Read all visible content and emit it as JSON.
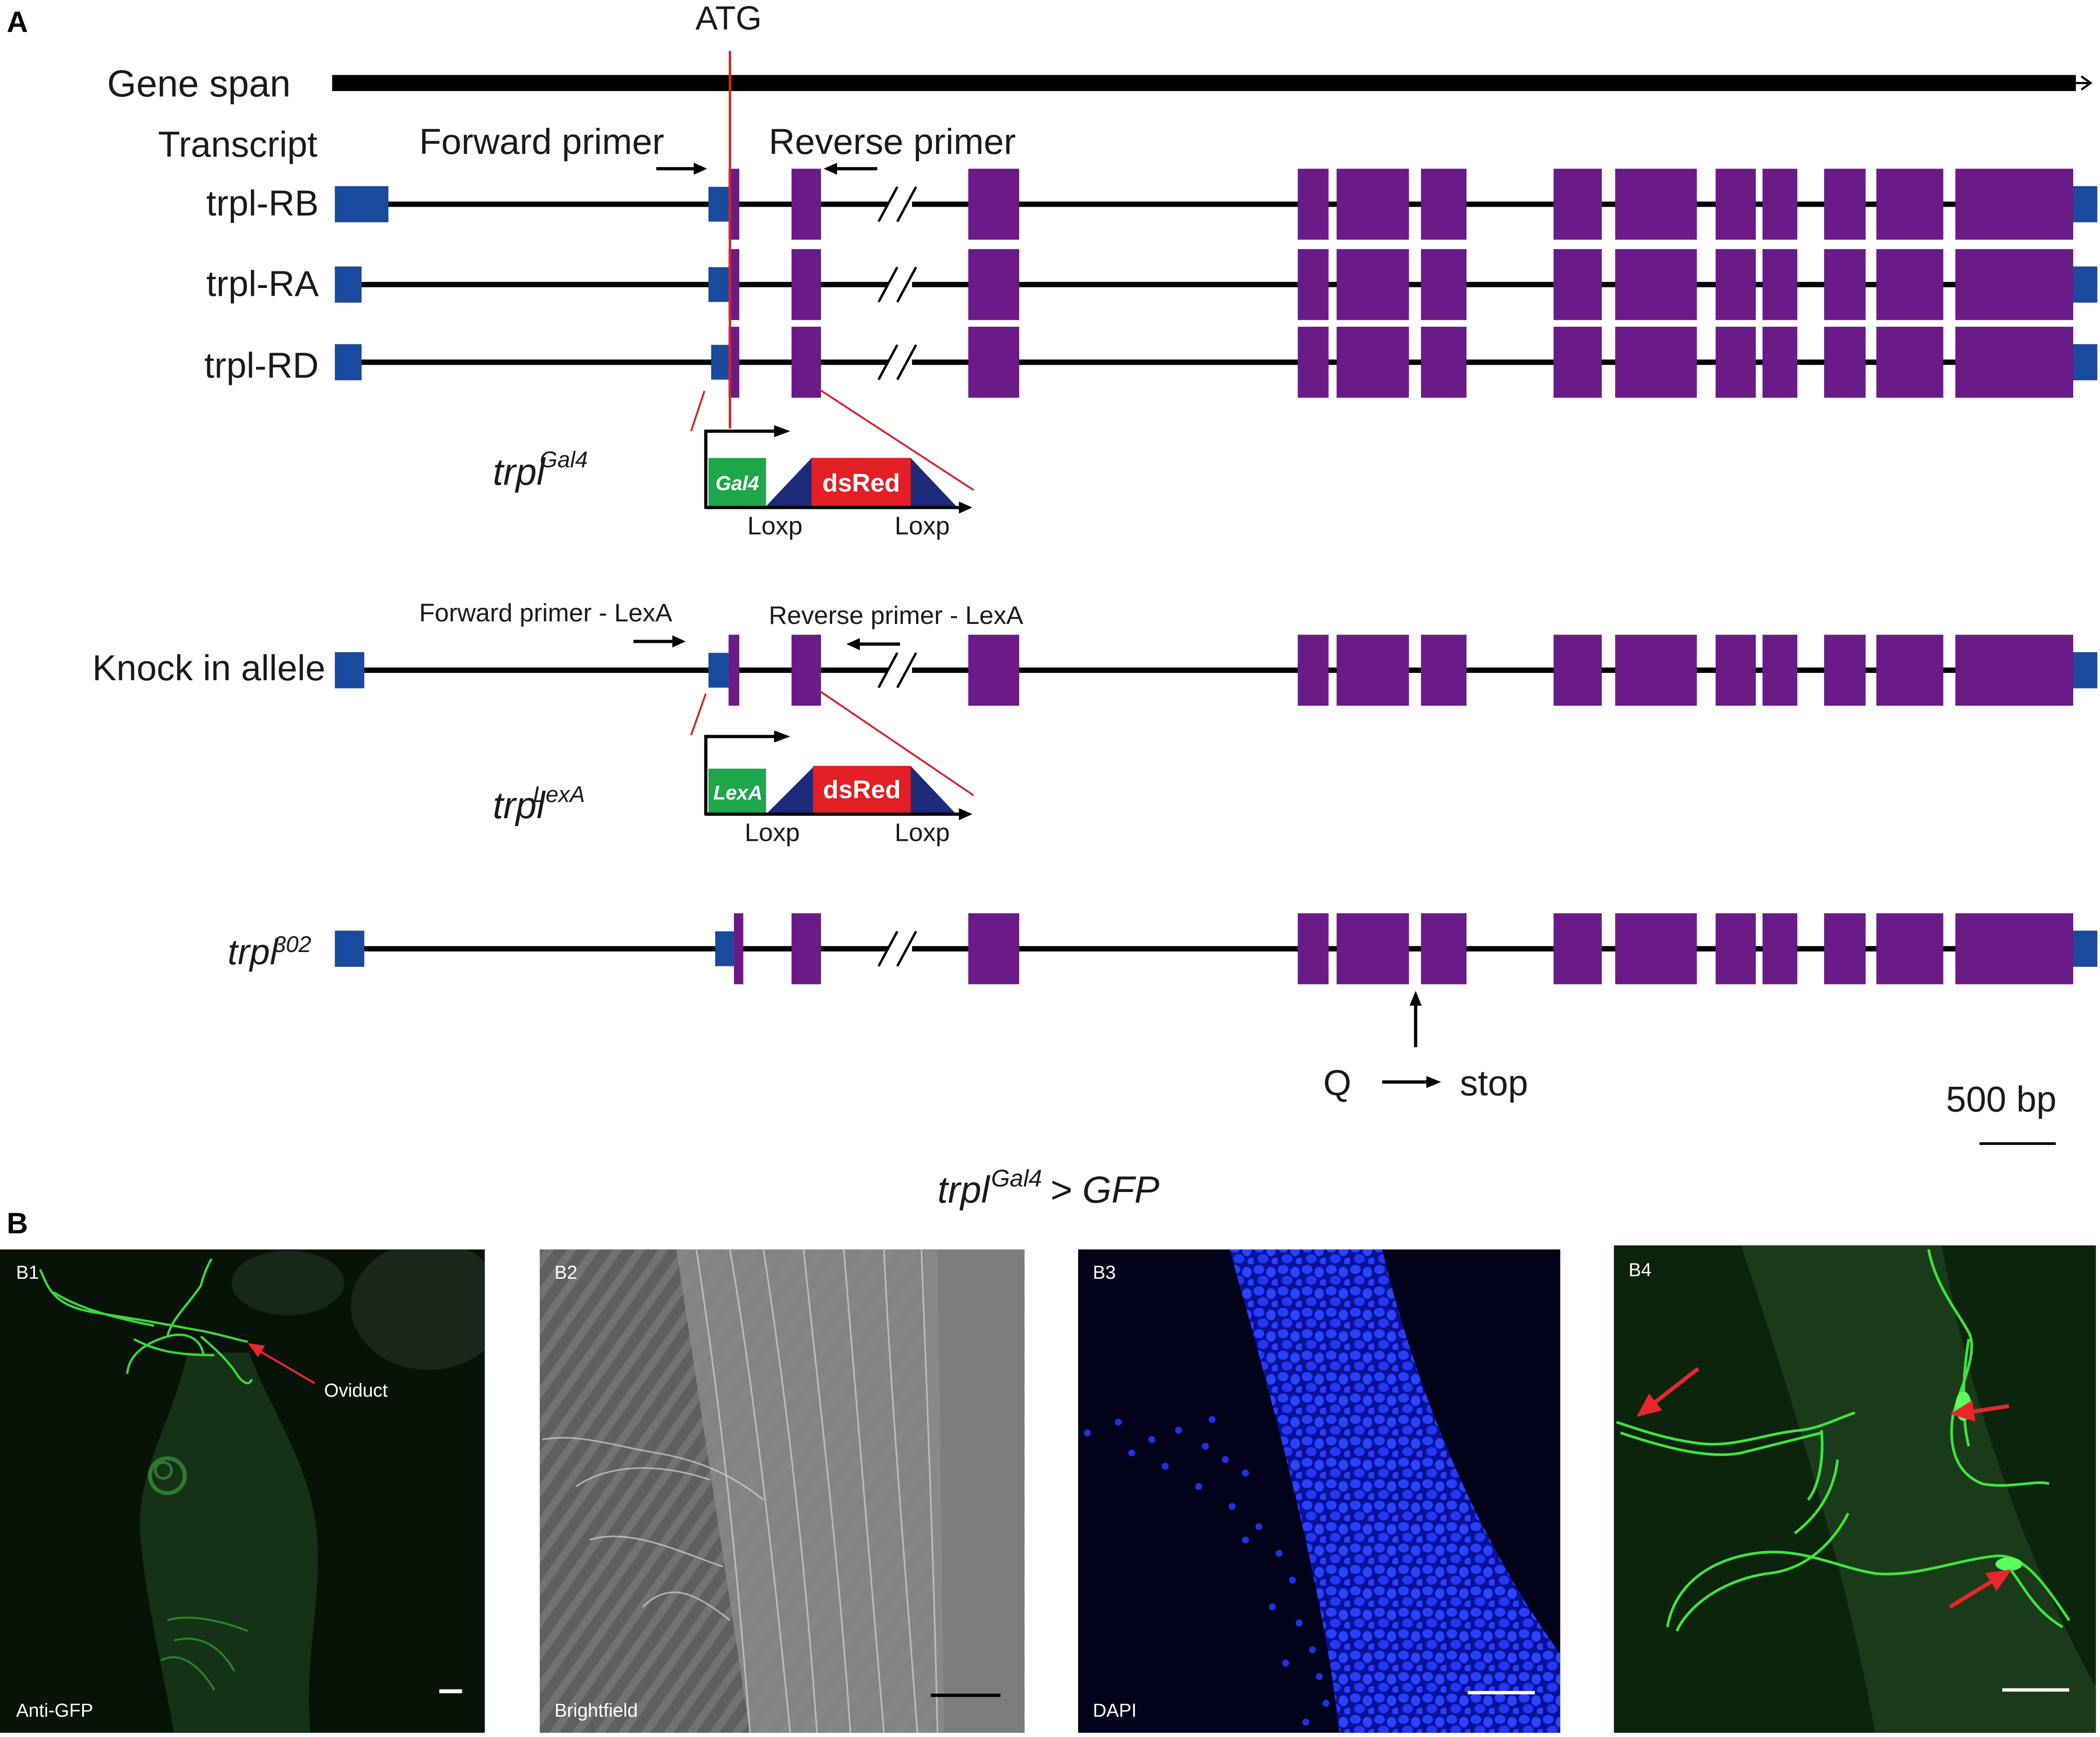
{
  "panel_a": {
    "label": "A",
    "atg": "ATG",
    "gene_span": "Gene span",
    "transcript_header": "Transcript",
    "forward_primer": "Forward primer",
    "reverse_primer": "Reverse primer",
    "transcripts": [
      "trpl-RB",
      "trpl-RA",
      "trpl-RD"
    ],
    "gal4_allele": {
      "base": "trpl",
      "sup": "Gal4"
    },
    "gal4_cassette": {
      "driver": "Gal4",
      "marker": "dsRed",
      "loxp_left": "Loxp",
      "loxp_right": "Loxp"
    },
    "knock_in": {
      "label": "Knock in allele",
      "forward_primer": "Forward primer - LexA",
      "reverse_primer": "Reverse primer - LexA"
    },
    "lexa_allele": {
      "base": "trpl",
      "sup": "LexA"
    },
    "lexa_cassette": {
      "driver": "LexA",
      "marker": "dsRed",
      "loxp_left": "Loxp",
      "loxp_right": "Loxp"
    },
    "mutant_allele": {
      "base": "trpl",
      "sup": "302"
    },
    "mutation": {
      "from": "Q",
      "to": "stop"
    },
    "scale_bar": "500 bp"
  },
  "panel_b": {
    "label": "B",
    "title": {
      "base": "trpl",
      "sup": "Gal4",
      "rest": "> GFP"
    },
    "images": [
      {
        "id": "B1",
        "caption": "Anti-GFP",
        "annotation": "Oviduct"
      },
      {
        "id": "B2",
        "caption": "Brightfield"
      },
      {
        "id": "B3",
        "caption": "DAPI"
      },
      {
        "id": "B4"
      }
    ]
  },
  "colors": {
    "exon": "#6a1b87",
    "utr": "#1a4a9e",
    "atg_line": "#d8232a",
    "gal4_box": "#1da64a",
    "dsred_box": "#e31e24",
    "loxp": "#1e2a7a",
    "annotation_arrow": "#e8262c"
  }
}
